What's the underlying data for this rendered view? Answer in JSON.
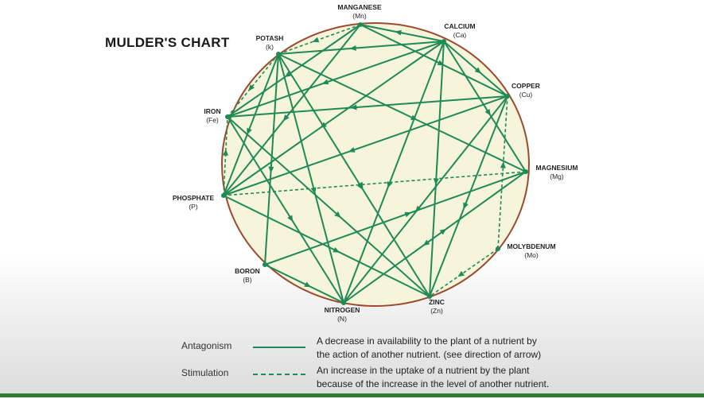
{
  "title": "MULDER'S CHART",
  "colors": {
    "antagonism": "#1f8a56",
    "stimulation": "#1f8a56",
    "circle_border": "#9b4a2c",
    "circle_fill": "#f6f5dc"
  },
  "nutrients": [
    {
      "id": "mn",
      "name": "MANGANESE",
      "symbol": "(Mn)"
    },
    {
      "id": "ca",
      "name": "CALCIUM",
      "symbol": "(Ca)"
    },
    {
      "id": "cu",
      "name": "COPPER",
      "symbol": "(Cu)"
    },
    {
      "id": "mg",
      "name": "MAGNESIUM",
      "symbol": "(Mg)"
    },
    {
      "id": "mo",
      "name": "MOLYBDENUM",
      "symbol": "(Mo)"
    },
    {
      "id": "zn",
      "name": "ZINC",
      "symbol": "(Zn)"
    },
    {
      "id": "n",
      "name": "NITROGEN",
      "symbol": "(N)"
    },
    {
      "id": "b",
      "name": "BORON",
      "symbol": "(B)"
    },
    {
      "id": "p",
      "name": "PHOSPHATE",
      "symbol": "(P)"
    },
    {
      "id": "fe",
      "name": "IRON",
      "symbol": "(Fe)"
    },
    {
      "id": "k",
      "name": "POTASH",
      "symbol": "(k)"
    }
  ],
  "antagonism_links": [
    [
      "ca",
      "mn"
    ],
    [
      "ca",
      "k"
    ],
    [
      "ca",
      "fe"
    ],
    [
      "ca",
      "p"
    ],
    [
      "ca",
      "n"
    ],
    [
      "ca",
      "zn"
    ],
    [
      "ca",
      "mg"
    ],
    [
      "ca",
      "cu"
    ],
    [
      "cu",
      "fe"
    ],
    [
      "cu",
      "p"
    ],
    [
      "cu",
      "n"
    ],
    [
      "cu",
      "zn"
    ],
    [
      "mn",
      "fe"
    ],
    [
      "mn",
      "p"
    ],
    [
      "mn",
      "cu"
    ],
    [
      "k",
      "mg"
    ],
    [
      "k",
      "b"
    ],
    [
      "k",
      "n"
    ],
    [
      "k",
      "zn"
    ],
    [
      "k",
      "p"
    ],
    [
      "fe",
      "n"
    ],
    [
      "fe",
      "zn"
    ],
    [
      "p",
      "zn"
    ],
    [
      "b",
      "mg"
    ],
    [
      "b",
      "n"
    ],
    [
      "n",
      "mg"
    ]
  ],
  "stimulation_links": [
    [
      "mn",
      "k"
    ],
    [
      "k",
      "fe"
    ],
    [
      "p",
      "fe"
    ],
    [
      "mg",
      "p"
    ],
    [
      "mg",
      "n"
    ],
    [
      "mo",
      "cu"
    ],
    [
      "mo",
      "zn"
    ]
  ],
  "legend": [
    {
      "term": "Antagonism",
      "style": "solid",
      "desc_1": "A decrease in availability to the plant of a nutrient by",
      "desc_2": "the action of another nutrient. (see direction of arrow)"
    },
    {
      "term": "Stimulation",
      "style": "dashed",
      "desc_1": "An increase in the uptake of a nutrient by the plant",
      "desc_2": "because of the increase in the level of another nutrient."
    }
  ]
}
